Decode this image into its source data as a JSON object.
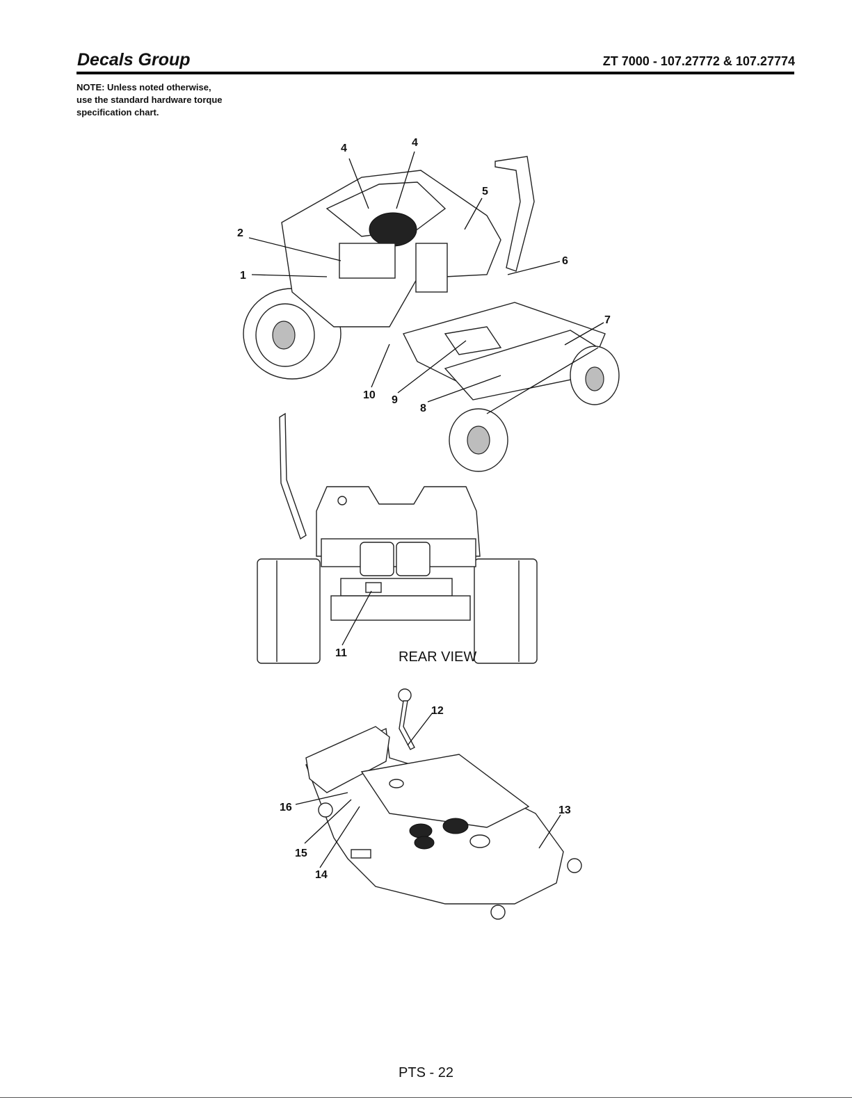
{
  "header": {
    "title": "Decals Group",
    "model": "ZT 7000 - 107.27772 & 107.27774"
  },
  "note": [
    "NOTE: Unless noted otherwise,",
    "use the standard hardware torque",
    "specification chart."
  ],
  "figures": {
    "top_view": {
      "callouts": [
        "4",
        "4",
        "5",
        "2",
        "1",
        "6",
        "7",
        "10",
        "9",
        "8"
      ]
    },
    "rear_view": {
      "label": "REAR VIEW",
      "callouts": [
        "11"
      ]
    },
    "deck_view": {
      "callouts": [
        "12",
        "13",
        "16",
        "15",
        "14"
      ]
    }
  },
  "footer": {
    "page": "PTS - 22"
  }
}
